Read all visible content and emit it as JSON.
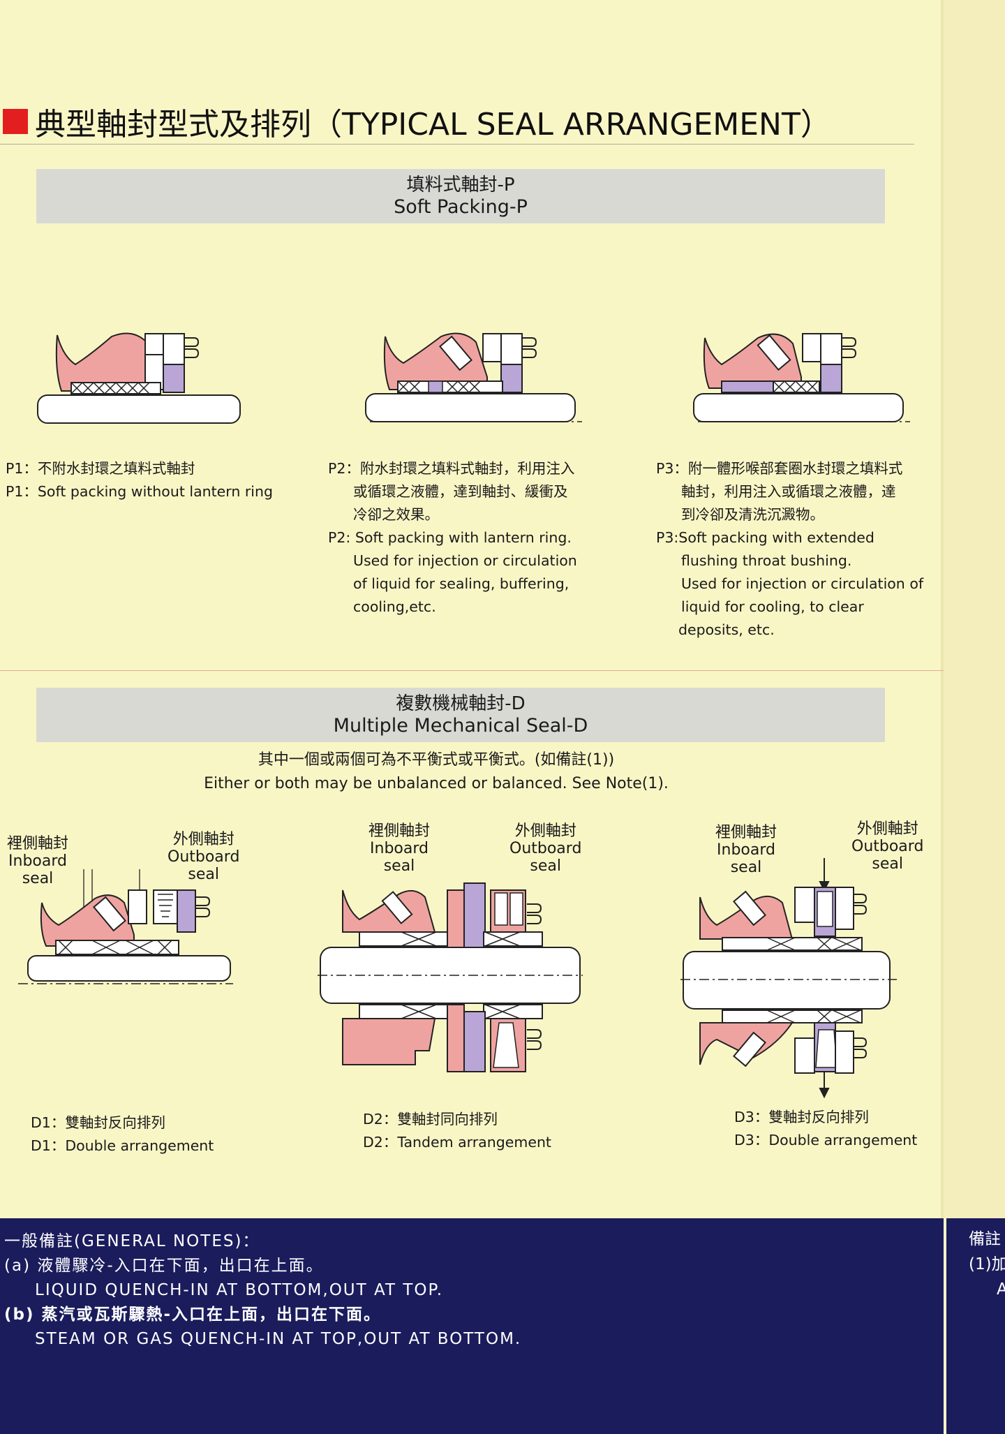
{
  "title": "典型軸封型式及排列（TYPICAL SEAL ARRANGEMENT）",
  "soft_packing": {
    "header_zh": "填料式軸封-P",
    "header_en": "Soft Packing-P",
    "p1": {
      "zh": "P1：不附水封環之填料式軸封",
      "en": "P1：Soft packing without lantern ring"
    },
    "p2": {
      "zh": [
        "P2：附水封環之填料式軸封，利用注入",
        "或循環之液體，達到軸封、緩衝及",
        "冷卻之效果。"
      ],
      "en": [
        "P2: Soft packing with lantern ring.",
        "Used for injection or circulation",
        "of liquid for sealing, buffering,",
        "cooling,etc."
      ]
    },
    "p3": {
      "zh": [
        "P3：附一體形喉部套圈水封環之填料式",
        "軸封，利用注入或循環之液體，達",
        "到冷卻及清洗沉澱物。"
      ],
      "en": [
        "P3:Soft packing with extended",
        "flushing throat bushing.",
        "Used for injection or circulation of",
        "liquid for cooling, to clear",
        "deposits, etc."
      ]
    }
  },
  "multiple_seal": {
    "header_zh": "複數機械軸封-D",
    "header_en": "Multiple Mechanical Seal-D",
    "note_zh": "其中一個或兩個可為不平衡式或平衡式。(如備註(1))",
    "note_en": "Either or both may be unbalanced or balanced. See Note(1).",
    "labels": {
      "inboard_zh": "裡側軸封",
      "inboard_en": "Inboard",
      "seal": "seal",
      "outboard_zh": "外側軸封",
      "outboard_en": "Outboard"
    },
    "d1": {
      "zh": "D1：雙軸封反向排列",
      "en": "D1：Double arrangement"
    },
    "d2": {
      "zh": "D2：雙軸封同向排列",
      "en": "D2：Tandem arrangement"
    },
    "d3": {
      "zh": "D3：雙軸封反向排列",
      "en": "D3：Double arrangement"
    }
  },
  "general_notes": {
    "heading": "一般備註(GENERAL NOTES)：",
    "a_zh": "(a) 液體驟冷-入口在下面，出口在上面。",
    "a_en": "LIQUID QUENCH-IN AT BOTTOM,OUT AT TOP.",
    "b_zh": "(b) 蒸汽或瓦斯驟熱-入口在上面，出口在下面。",
    "b_en": "STEAM OR GAS QUENCH-IN AT TOP,OUT AT BOTTOM."
  },
  "side_notes": {
    "heading": "備註",
    "item": "(1)加",
    "item2": "A"
  },
  "colors": {
    "accent_red": "#e31e1e",
    "pink": "#efa3a0",
    "purple": "#b9a6d6",
    "navy": "#1b1c5c",
    "band_gray": "#d9d9d4",
    "background": "#f9f6c6"
  }
}
